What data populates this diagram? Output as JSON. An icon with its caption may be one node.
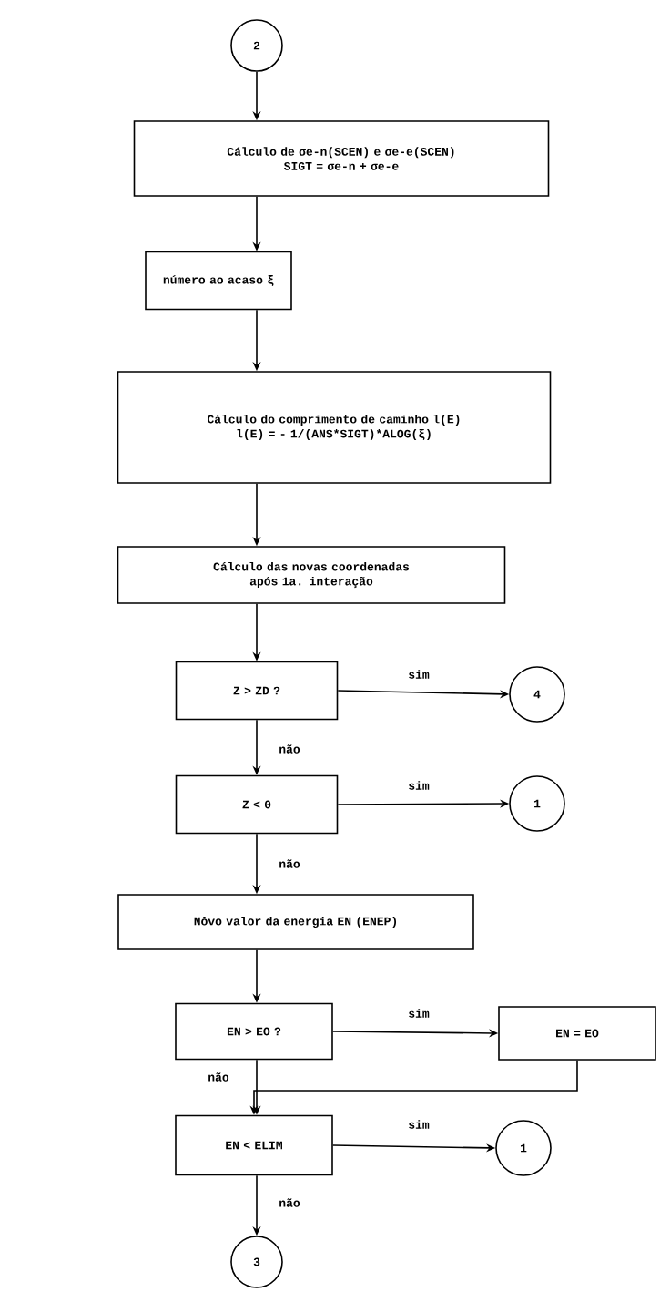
{
  "diagram": {
    "nodes": [
      {
        "text": [
          "2"
        ]
      },
      {
        "text": [
          "Cálculo de σe-n(SCEN) e σe-e(SCEN)",
          "SIGT = σe-n + σe-e"
        ]
      },
      {
        "text": [
          "número ao acaso ξ"
        ]
      },
      {
        "text": [
          "Cálculo do comprimento de caminho l(E)",
          "l(E) = - 1/(ANS*SIGT)*ALOG(ξ)"
        ]
      },
      {
        "text": [
          "Cálculo das novas coordenadas após 1a. interação"
        ]
      },
      {
        "text": [
          "Z > ZD ?"
        ]
      },
      {
        "text": [
          "4"
        ]
      },
      {
        "text": [
          "Z < 0"
        ]
      },
      {
        "text": [
          "1"
        ]
      },
      {
        "text": [
          "Nôvo valor da energia EN (ENEP)"
        ]
      },
      {
        "text": [
          "EN > EO ?"
        ]
      },
      {
        "text": [
          "EN = EO"
        ]
      },
      {
        "text": [
          "EN < ELIM"
        ]
      },
      {
        "text": [
          "1"
        ]
      },
      {
        "text": [
          "3"
        ]
      }
    ],
    "edges": [
      {
        "from": 0,
        "to": 1,
        "arrow": "to"
      },
      {
        "from": 1,
        "to": 2,
        "arrow": "to"
      },
      {
        "from": 2,
        "to": 3,
        "arrow": "to"
      },
      {
        "from": 3,
        "to": 4,
        "arrow": "to"
      },
      {
        "from": 4,
        "to": 5,
        "arrow": "to"
      },
      {
        "from": 5,
        "to": 6,
        "arrow": "to",
        "label": "sim"
      },
      {
        "from": 5,
        "to": 7,
        "arrow": "to",
        "label": "não"
      },
      {
        "from": 7,
        "to": 8,
        "arrow": "to",
        "label": "sim"
      },
      {
        "from": 7,
        "to": 9,
        "arrow": "to",
        "label": "não"
      },
      {
        "from": 9,
        "to": 10,
        "arrow": "to"
      },
      {
        "from": 10,
        "to": 11,
        "arrow": "to",
        "label": "sim"
      },
      {
        "from": 10,
        "to": 12,
        "arrow": "to",
        "label": "não"
      },
      {
        "from": 11,
        "to": 12,
        "arrow": "to"
      },
      {
        "from": 12,
        "to": 13,
        "arrow": "to",
        "label": "sim"
      },
      {
        "from": 12,
        "to": 14,
        "arrow": "to",
        "label": "não"
      }
    ]
  }
}
